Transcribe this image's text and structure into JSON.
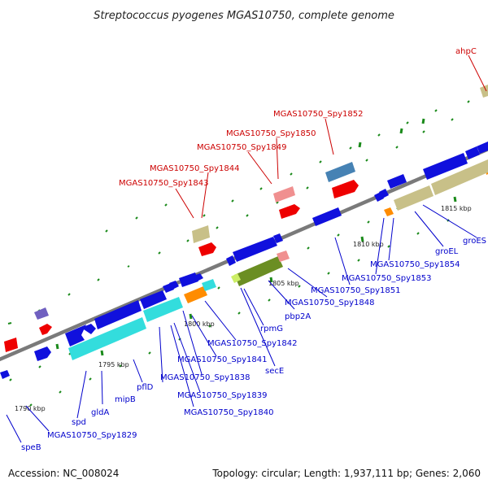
{
  "title": "Streptococcus pyogenes MGAS10750, complete genome",
  "footer": {
    "accession": "Accession: NC_008024",
    "summary": "Topology: circular; Length: 1,937,111 bp; Genes: 2,060"
  },
  "scale_labels": [
    "1790 kbp",
    "1795 kbp",
    "1800 kbp",
    "1805 kbp",
    "1810 kbp",
    "1815 kbp"
  ],
  "gene_labels_top": [
    "ahpC",
    "MGAS10750_Spy1852",
    "MGAS10750_Spy1850",
    "MGAS10750_Spy1849",
    "MGAS10750_Spy1844",
    "MGAS10750_Spy1843"
  ],
  "gene_labels_bottom": [
    "groES",
    "groEL",
    "MGAS10750_Spy1854",
    "MGAS10750_Spy1853",
    "MGAS10750_Spy1851",
    "MGAS10750_Spy1848",
    "pbp2A",
    "rpmG",
    "MGAS10750_Spy1842",
    "secE",
    "MGAS10750_Spy1841",
    "MGAS10750_Spy1838",
    "pflD",
    "MGAS10750_Spy1839",
    "mipB",
    "MGAS10750_Spy1840",
    "gldA",
    "spd",
    "MGAS10750_Spy1829",
    "speB"
  ],
  "colors": {
    "backbone": "#7a7a7a",
    "forward_label": "#cc0000",
    "reverse_label": "#0000cc",
    "cds_blue": "#1010dd",
    "cds_red": "#ee0000",
    "cds_cyan": "#33dddd",
    "cds_olive": "#6b8e23",
    "cds_khaki": "#c8c088",
    "cds_orange": "#ff8c00",
    "cds_pink": "#f09090",
    "cds_steel": "#4682b4",
    "cds_purple": "#7060c0",
    "tick_green": "#1a8a1a"
  }
}
